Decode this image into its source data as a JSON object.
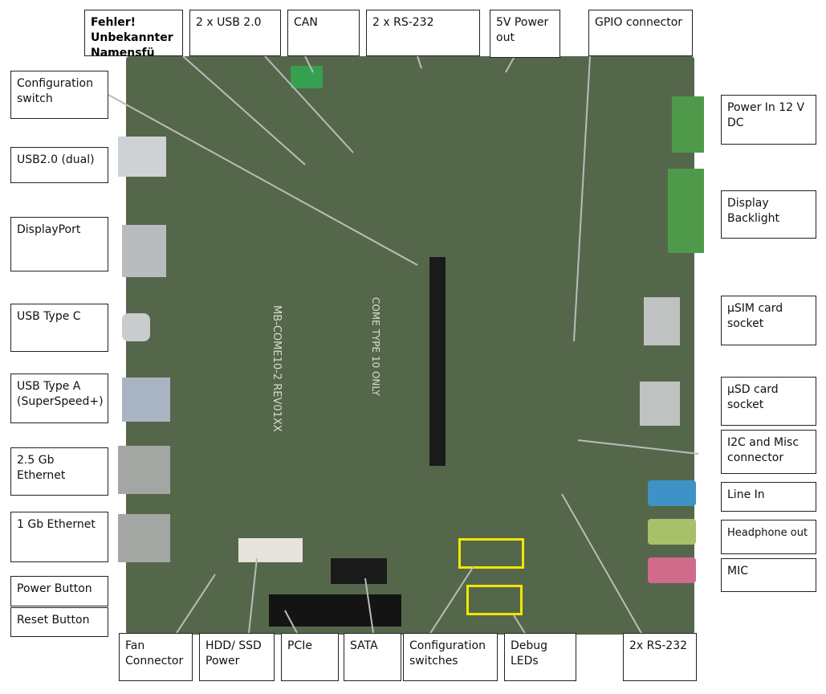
{
  "labels": {
    "error_ref": "Fehler! Unbekannter Namensfü",
    "usb20_2x": "2 x USB 2.0",
    "can": "CAN",
    "rs232_top": "2 x RS-232",
    "power_out_5v": "5V Power out",
    "gpio": "GPIO connector",
    "config_switch": "Configuration switch",
    "usb20_dual": "USB2.0 (dual)",
    "displayport": "DisplayPort",
    "usb_type_c": "USB Type C",
    "usb_type_a": "USB Type A (SuperSpeed+)",
    "eth_25": "2.5 Gb Ethernet",
    "eth_1": "1 Gb Ethernet",
    "power_button": "Power Button",
    "reset_button": "Reset Button",
    "power_in": "Power In 12 V DC",
    "backlight": "Display Backlight",
    "usim": "µSIM card socket",
    "usd": "µSD card socket",
    "i2c": "I2C and Misc connector",
    "line_in": "Line In",
    "headphone": "Headphone out",
    "mic": "MIC",
    "fan": "Fan Connector",
    "hdd_power": "HDD/ SSD Power",
    "pcie": "PCIe",
    "sata": "SATA",
    "config_switches": "Configuration switches",
    "debug_leds": "Debug LEDs",
    "rs232_bottom": "2x RS-232"
  },
  "board": {
    "silk_title": "MB-COME10-2 REV01XX",
    "silk_type": "COME TYPE 10 ONLY"
  },
  "colors": {
    "board": "#55674a",
    "highlight": "#f2e600"
  }
}
